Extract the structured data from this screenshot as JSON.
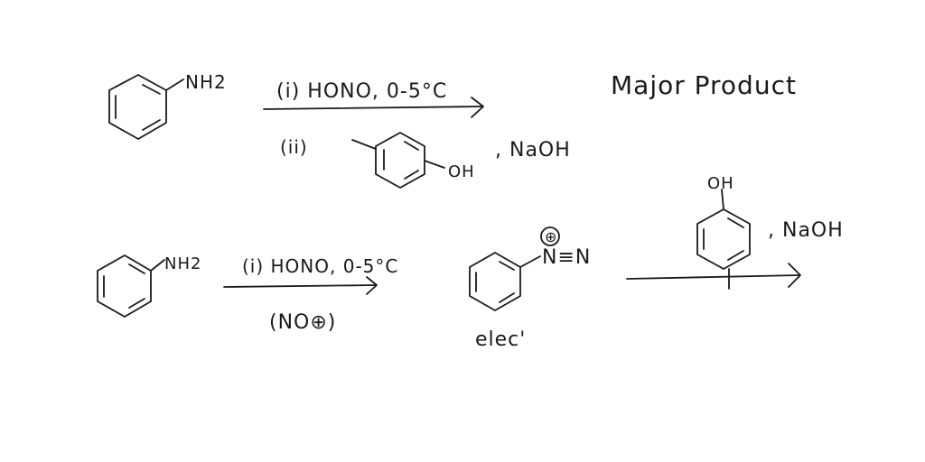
{
  "colors": {
    "ink": "#1a1a1a",
    "background": "#ffffff"
  },
  "reaction_1": {
    "reactant_group": "NH2",
    "reagent_step_1": "(i) HONO, 0-5°C",
    "reagent_step_2_prefix": "(ii)",
    "reagent_step_2_group": "OH",
    "reagent_step_2_base": ", NaOH",
    "result_label": "Major Product"
  },
  "reaction_2": {
    "reactant_group": "NH2",
    "reagent_step_1": "(i) HONO, 0-5°C",
    "reagent_note": "(NO⊕)",
    "intermediate_charge": "⊕",
    "intermediate_group": "N≡N",
    "intermediate_label": "elec'",
    "coupling_group": "OH",
    "coupling_base": ", NaOH"
  }
}
